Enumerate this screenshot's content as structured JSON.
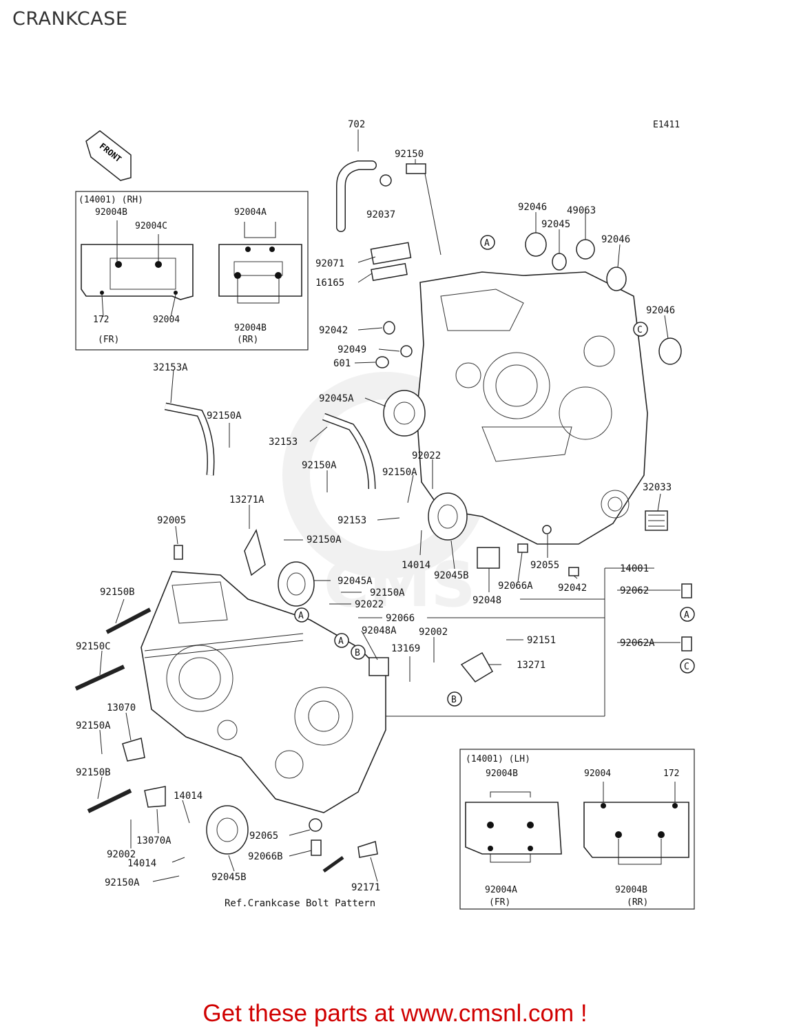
{
  "page_title": "CRANKCASE",
  "diagram_code": "E1411",
  "front_label": "FRONT",
  "inset_rh": {
    "header": "(14001) (RH)",
    "labels": [
      "92004B",
      "92004C",
      "172",
      "92004",
      "92004A",
      "92004B"
    ],
    "fr": "(FR)",
    "rr": "(RR)"
  },
  "inset_lh": {
    "header": "(14001) (LH)",
    "labels": [
      "92004B",
      "92004",
      "172",
      "92004A",
      "92004B"
    ],
    "fr": "(FR)",
    "rr": "(RR)"
  },
  "ref_note": "Ref.Crankcase Bolt Pattern",
  "callouts": {
    "A": "A",
    "B": "B",
    "C": "C"
  },
  "part_labels": [
    "702",
    "92150",
    "92037",
    "92046",
    "49063",
    "92045",
    "92046",
    "92071",
    "16165",
    "92042",
    "92049",
    "601",
    "92046",
    "92045A",
    "32153A",
    "92150A",
    "32153",
    "92022",
    "92150A",
    "92150A",
    "13271A",
    "92153",
    "32033",
    "92005",
    "92150A",
    "14014",
    "92045B",
    "92055",
    "92045A",
    "92150A",
    "92150B",
    "92022",
    "92066A",
    "92042",
    "14001",
    "92048",
    "92062",
    "92066",
    "92048A",
    "92002",
    "92151",
    "92150C",
    "13169",
    "13271",
    "92062A",
    "13070",
    "92150A",
    "92150B",
    "14014",
    "92002",
    "13070A",
    "92065",
    "92066B",
    "14014",
    "92150A",
    "92045B",
    "92171"
  ],
  "footer_text": "Get these parts at www.cmsnl.com !",
  "watermark_text": "CMS"
}
